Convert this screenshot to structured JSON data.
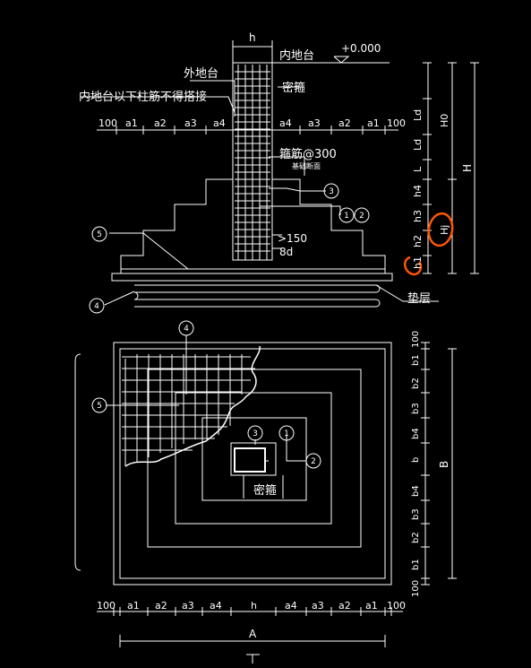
{
  "section": {
    "h": "h",
    "inner_ground": "内地台",
    "elevation": "+0.000",
    "outer_ground": "外地台",
    "no_splice_note": "内地台以下柱筋不得搭接",
    "dense_stirrup": "密箍",
    "stirrup_spacing": "箍筋@300",
    "stirrup_sub": "基础断面",
    "bottom_dims": [
      ">150",
      "8d"
    ],
    "cushion": "垫层",
    "left_chain": [
      "100",
      "a1",
      "a2",
      "a3",
      "a4"
    ],
    "right_chain": [
      "a4",
      "a3",
      "a2",
      "a1",
      "100"
    ],
    "v_dims": [
      "Ld",
      "Ld",
      "L",
      "h4",
      "h3",
      "h2",
      "h1"
    ],
    "H0": "H0",
    "H": "H",
    "Hj": "Hj",
    "markers": [
      "1",
      "2",
      "3",
      "4",
      "5"
    ]
  },
  "plan": {
    "dense_stirrup": "密箍",
    "right_chain": [
      "100",
      "b1",
      "b2",
      "b3",
      "b4",
      "b",
      "b4",
      "b3",
      "b2",
      "b1",
      "100"
    ],
    "B": "B",
    "bottom_chain": [
      "100",
      "a1",
      "a2",
      "a3",
      "a4",
      "h",
      "a4",
      "a3",
      "a2",
      "a1",
      "100"
    ],
    "A": "A",
    "markers": [
      "1",
      "2",
      "3",
      "4",
      "5"
    ]
  },
  "colors": {
    "line": "#ffffff",
    "annotation": "#ff5500",
    "background": "#000000"
  }
}
